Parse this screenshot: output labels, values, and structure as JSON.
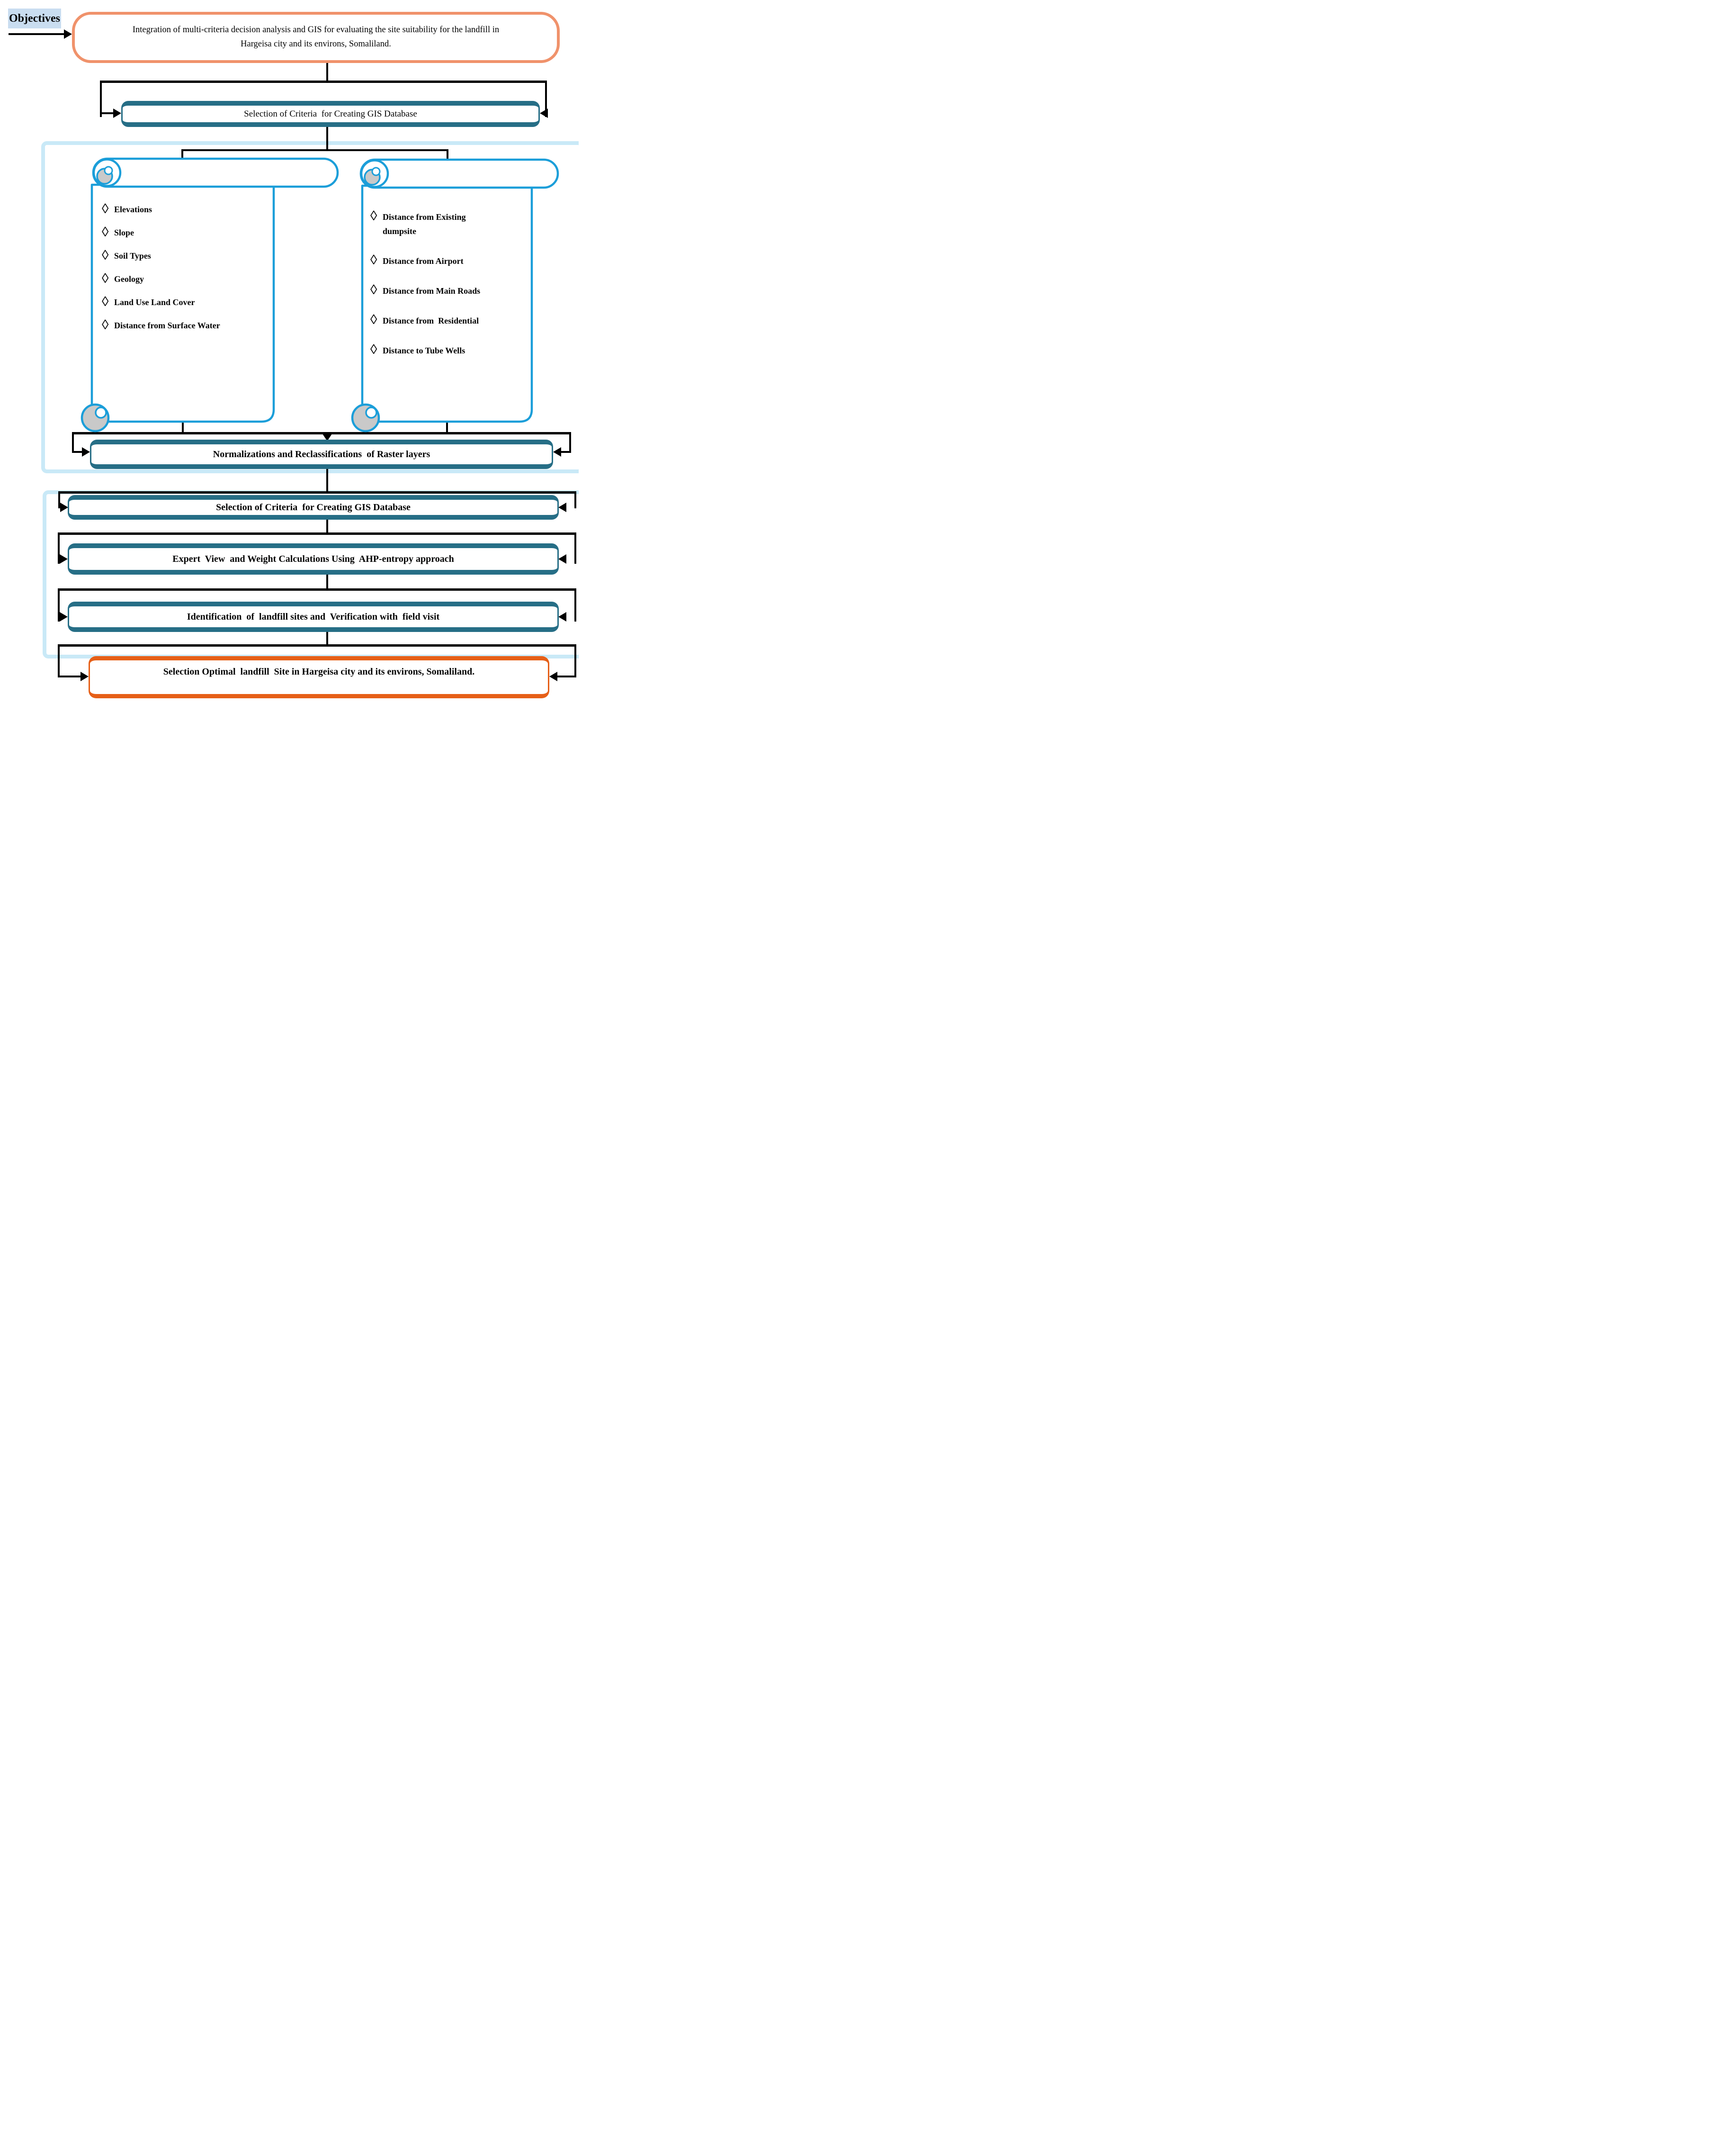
{
  "colors": {
    "scroll_blue": "#1B9ED9",
    "teal": "#266E86",
    "orange_light": "#F0926B",
    "orange_strong": "#E65F17",
    "frame_blue": "#C9E9F7",
    "objectives_bg": "#C9DDF0",
    "curl_gray": "#C9C9C9"
  },
  "header": {
    "objectives_label": "Objectives"
  },
  "objective": {
    "text": "Integration of multi-criteria decision analysis and GIS for evaluating the site suitability for the landfill in Hargeisa city and its environs, Somaliland."
  },
  "flow": {
    "criteria_selection": "Selection of Criteria  for Creating GIS Database",
    "normalization": "Normalizations and Reclassifications  of Raster layers",
    "criteria_selection_2": "Selection of Criteria  for Creating GIS Database",
    "expert_weights": "Expert  View  and Weight Calculations Using  AHP-entropy approach",
    "identification": "Identification  of  landfill sites and  Verification with  field visit",
    "final_selection": "Selection Optimal  landfill  Site in Hargeisa city and its environs, Somaliland."
  },
  "criteria": {
    "physical": [
      "Elevations",
      "Slope",
      "Soil Types",
      "Geology",
      "Land Use Land Cover",
      "Distance from Surface Water"
    ],
    "proximity": [
      "Distance from Existing dumpsite",
      "Distance from Airport",
      "Distance from Main Roads",
      "Distance from  Residential",
      "Distance to Tube Wells"
    ]
  }
}
